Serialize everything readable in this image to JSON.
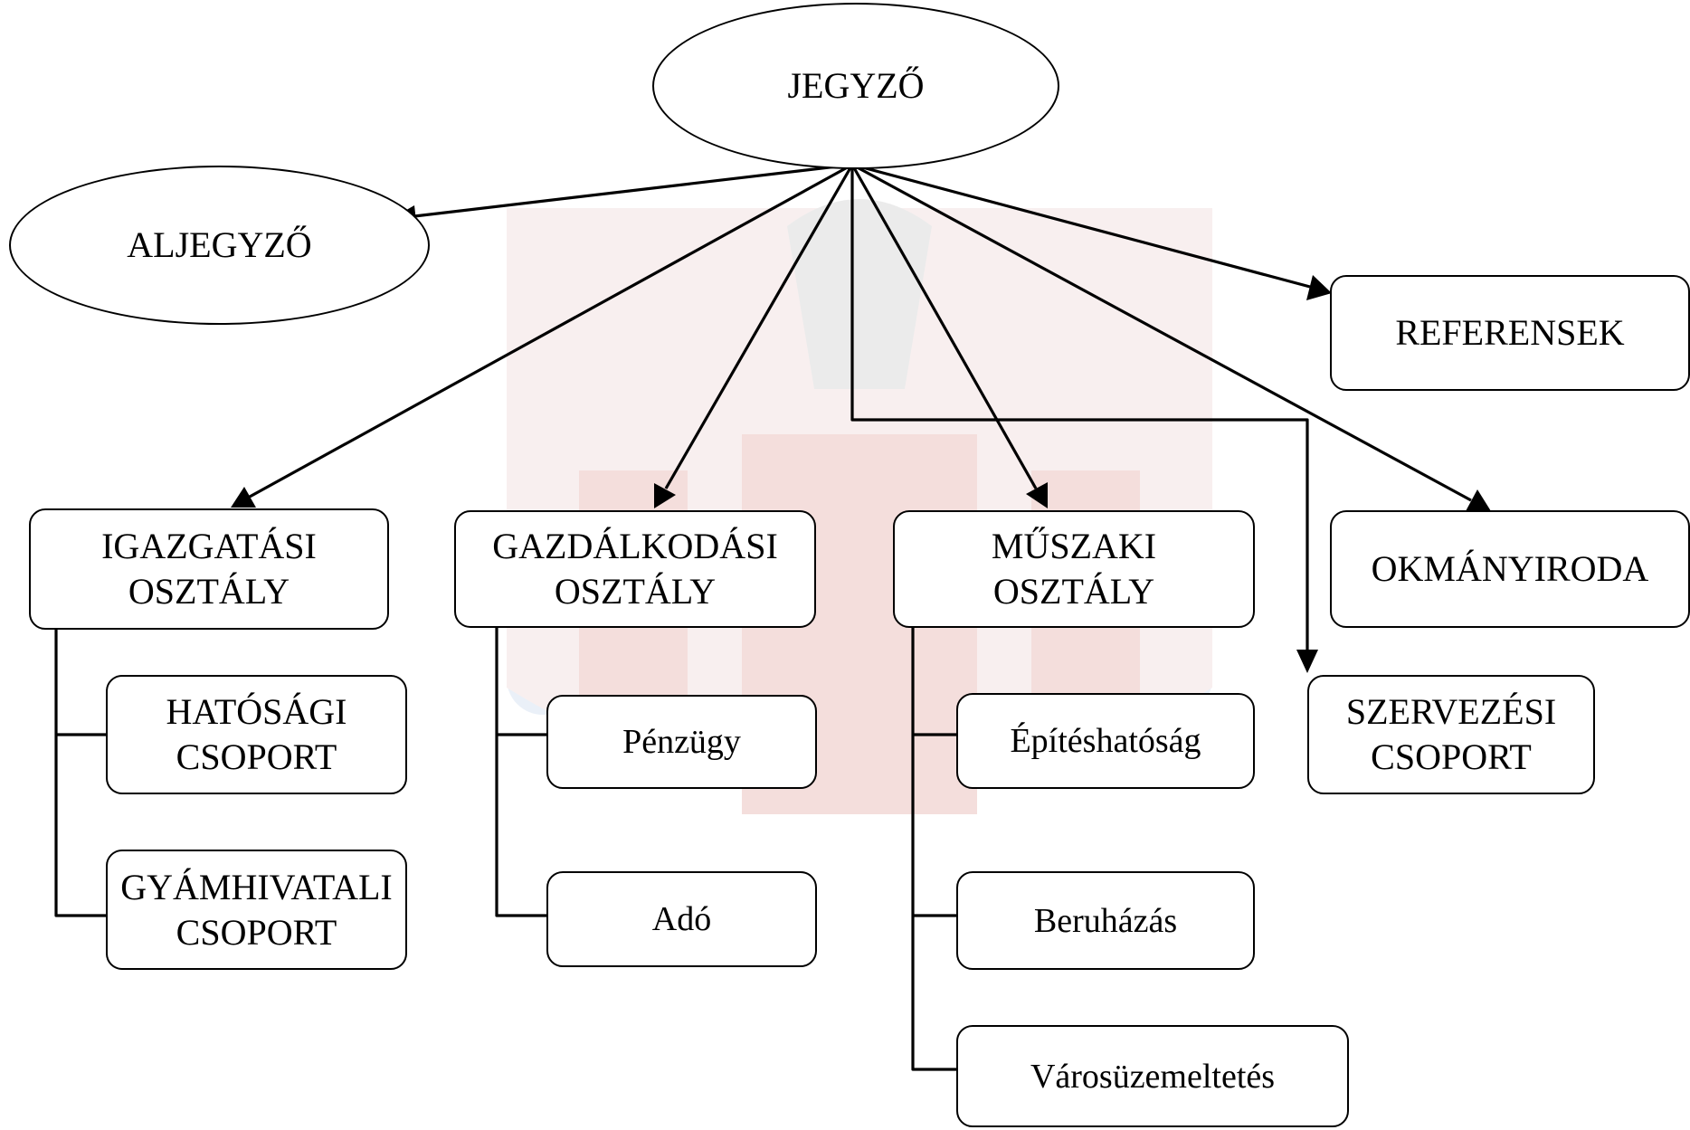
{
  "colors": {
    "stroke": "#000000",
    "background": "#ffffff",
    "watermark_red": "#c0392b",
    "watermark_blue": "#7fa7d6"
  },
  "nodes": {
    "jegyzo": "JEGYZŐ",
    "aljegyzo": "ALJEGYZŐ",
    "referensek": "REFERENSEK",
    "igazgatasi": "IGAZGATÁSI\nOSZTÁLY",
    "gazdalkodasi": "GAZDÁLKODÁSI\nOSZTÁLY",
    "muszaki": "MŰSZAKI\nOSZTÁLY",
    "okmanyiroda": "OKMÁNYIRODA",
    "szervezesi": "SZERVEZÉSI\nCSOPORT",
    "hatosagi": "HATÓSÁGI\nCSOPORT",
    "gyamhivatali": "GYÁMHIVATALI\nCSOPORT",
    "penzugy": "Pénzügy",
    "ado": "Adó",
    "epiteshatosag": "Építéshatóság",
    "beruhazas": "Beruházás",
    "varosuzemeltetes": "Városüzemeltetés"
  }
}
